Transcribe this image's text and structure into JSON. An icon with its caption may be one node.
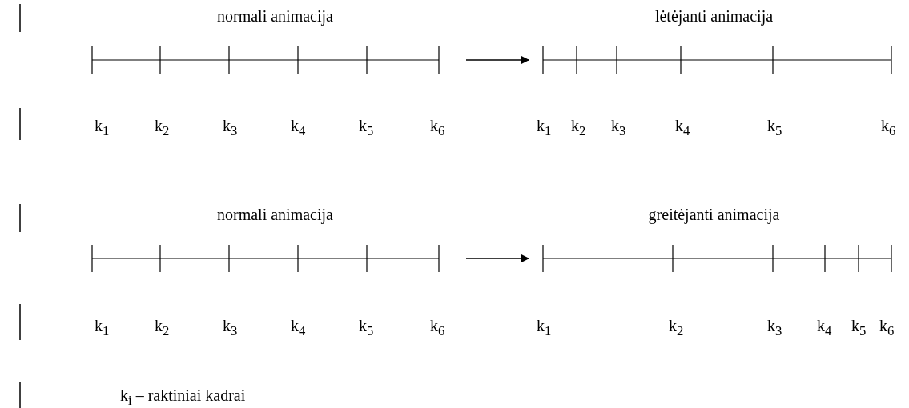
{
  "diagram": {
    "nodes": [
      {
        "text": [
          "normali animacija"
        ]
      },
      {
        "text": [
          "lėtėjanti animacija"
        ]
      },
      {
        "text": [
          "normali animacija"
        ]
      },
      {
        "text": [
          "greitėjanti animacija"
        ]
      }
    ],
    "edges": [
      {
        "from": 0,
        "to": 1,
        "arrow": "to"
      },
      {
        "from": 2,
        "to": 3,
        "arrow": "to"
      }
    ],
    "labels": [
      "k$_{1}$",
      "k$_{2}$",
      "k$_{3}$",
      "k$_{4}$",
      "k$_{5}$",
      "k$_{6}$",
      "k$_{1}$",
      "k$_{2}$",
      "k$_{3}$",
      "k$_{4}$",
      "k$_{5}$",
      "k$_{6}$",
      "k$_{1}$",
      "k$_{2}$",
      "k$_{3}$",
      "k$_{4}$",
      "k$_{5}$",
      "k$_{6}$",
      "k$_{1}$",
      "k$_{2}$",
      "k$_{3}$",
      "k$_{4}$",
      "k$_{5}$",
      "k$_{6}$",
      "k$_{i}$ – raktiniai kadrai"
    ]
  }
}
